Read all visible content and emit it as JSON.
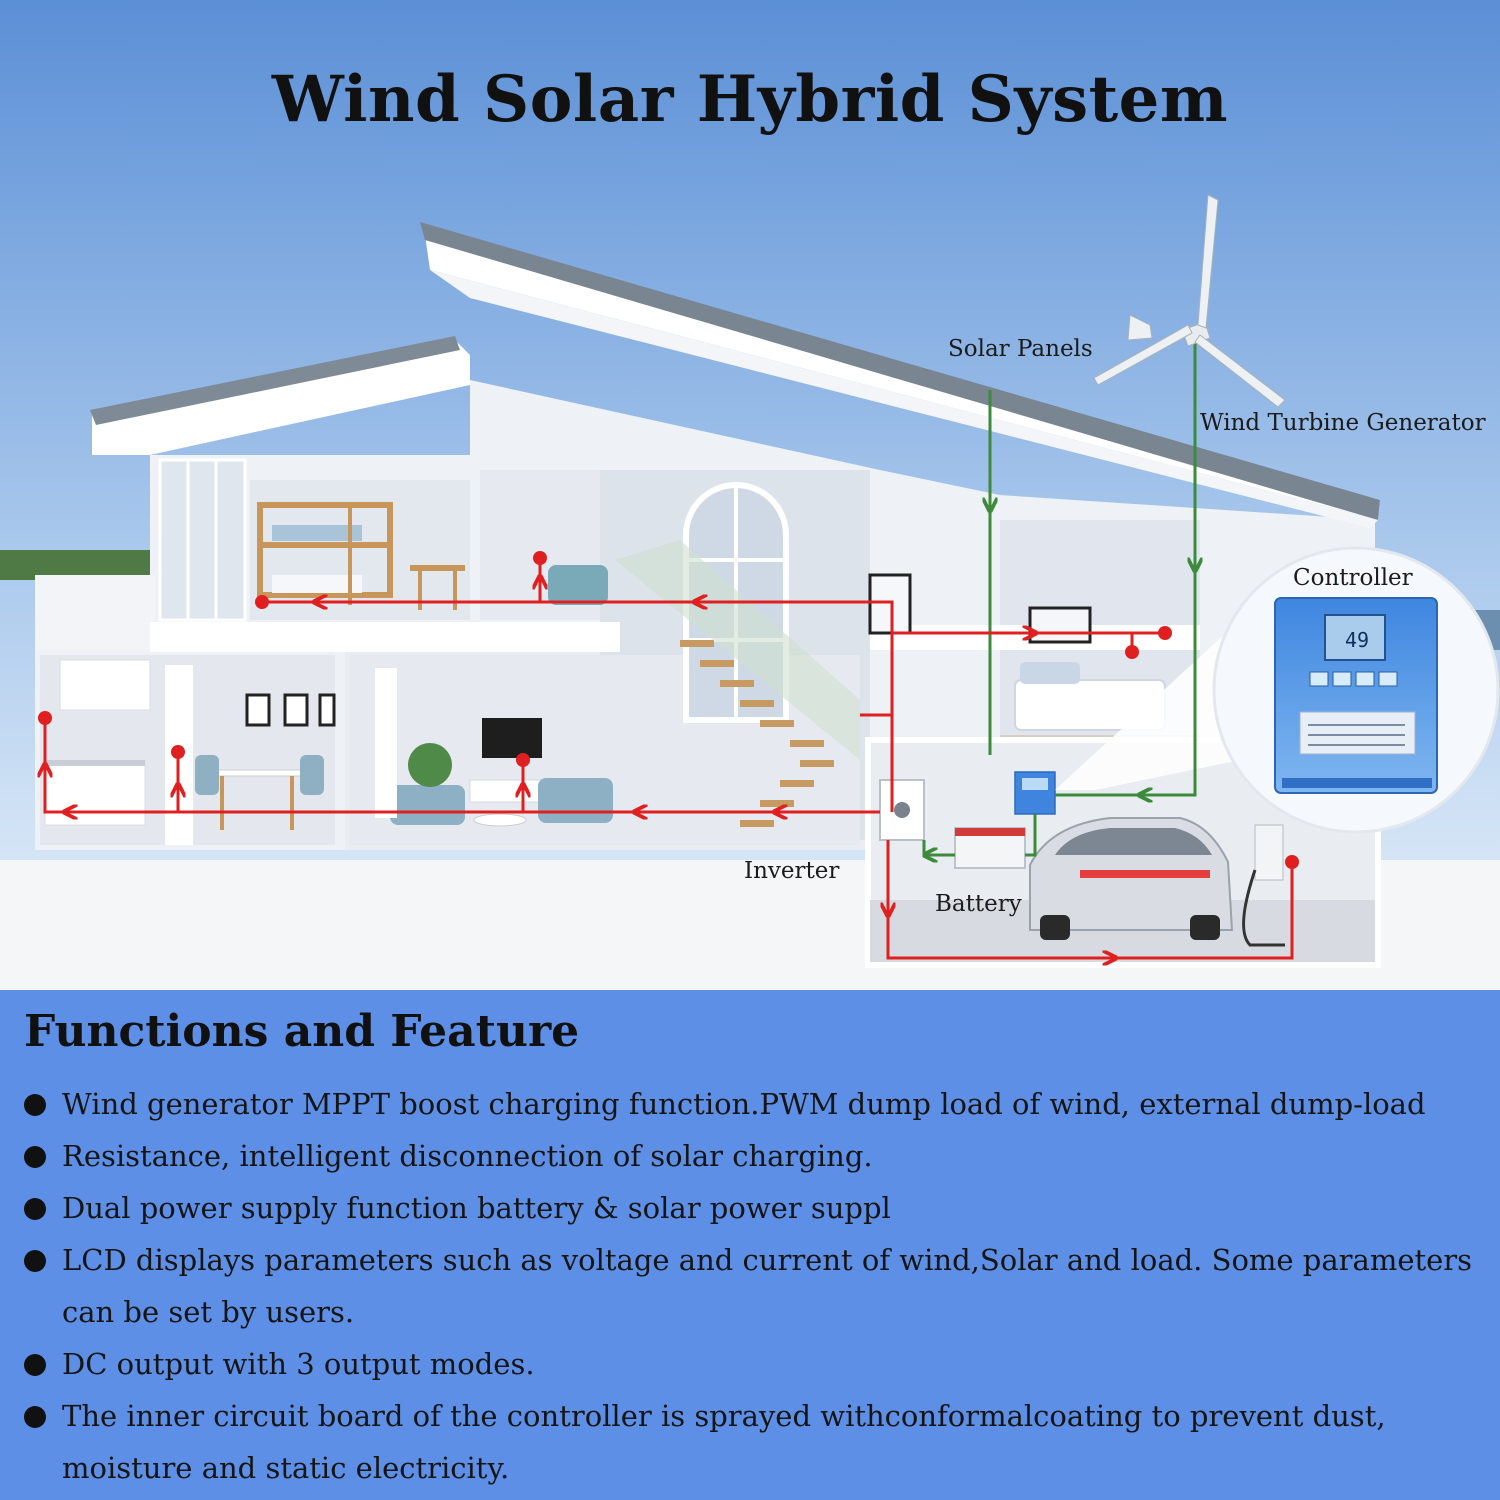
{
  "title": "Wind Solar Hybrid System",
  "labels": {
    "solar_panels": "Solar Panels",
    "wind_turbine": "Wind Turbine Generator",
    "controller": "Controller",
    "inverter": "Inverter",
    "battery": "Battery"
  },
  "controller_display": "49",
  "features": {
    "heading": "Functions and Feature",
    "items": [
      "Wind generator MPPT boost charging function.PWM dump load of wind, external dump-load",
      "Resistance, intelligent disconnection of solar charging.",
      "Dual power supply function battery & solar power suppl",
      "LCD displays parameters such as voltage and current of wind,Solar and load. Some parameters can be set by users.",
      "DC output with 3 output modes.",
      "The inner circuit board of the controller is sprayed withconformalcoating to prevent dust, moisture and static electricity."
    ]
  },
  "colors": {
    "sky_top": "#5b8fd6",
    "sky_bottom": "#dce9f6",
    "features_bg": "#5d8fe6",
    "ac_wire": "#e02020",
    "dc_wire": "#3d8a3d",
    "controller_body": "#4a8fe0"
  }
}
